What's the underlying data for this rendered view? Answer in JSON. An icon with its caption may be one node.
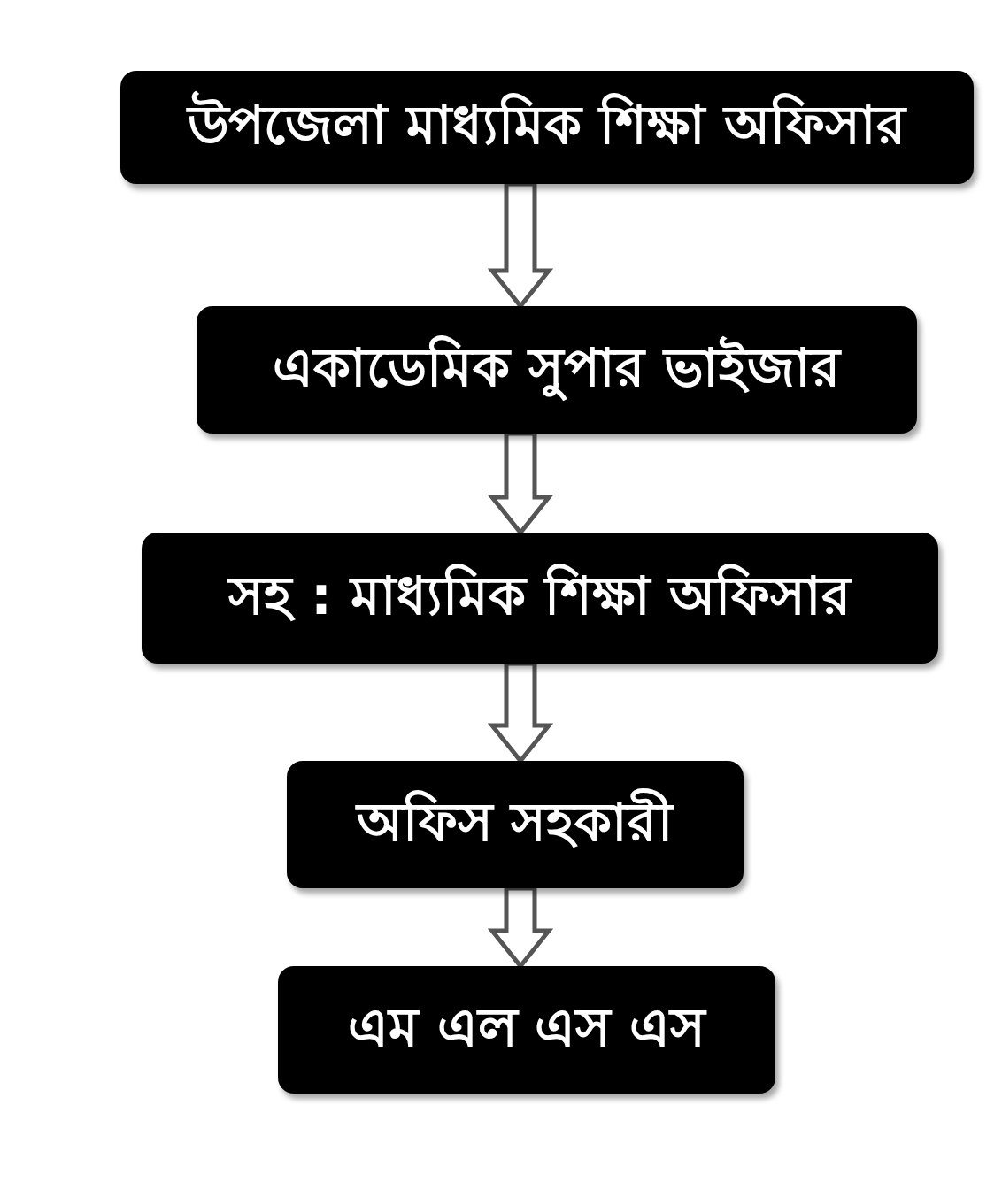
{
  "diagram": {
    "nodes": [
      {
        "text": [
          "উপজেলা মাধ্যমিক শিক্ষা অফিসার"
        ]
      },
      {
        "text": [
          "একাডেমিক সুপার ভাইজার"
        ]
      },
      {
        "text": [
          "সহ : মাধ্যমিক শিক্ষা অফিসার"
        ]
      },
      {
        "text": [
          "অফিস সহকারী"
        ]
      },
      {
        "text": [
          "এম এল এস এস"
        ]
      }
    ],
    "edges": [
      {
        "from": 0,
        "to": 1,
        "arrow": "to"
      },
      {
        "from": 1,
        "to": 2,
        "arrow": "to"
      },
      {
        "from": 2,
        "to": 3,
        "arrow": "to"
      },
      {
        "from": 3,
        "to": 4,
        "arrow": "to"
      }
    ]
  }
}
